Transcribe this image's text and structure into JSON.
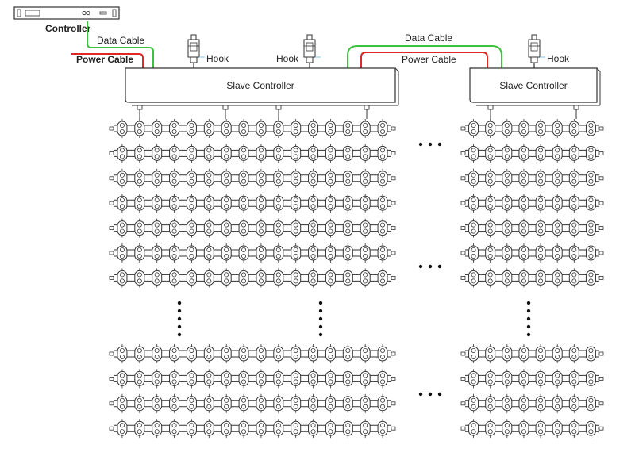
{
  "labels": {
    "controller": "Controller",
    "data_cable_left": "Data Cable",
    "power_cable_left": "Power Cable",
    "data_cable_right": "Data Cable",
    "power_cable_right": "Power Cable",
    "slave_left": "Slave Controller",
    "slave_right": "Slave Controller",
    "hook_1": "Hook",
    "hook_2": "Hook",
    "hook_3": "Hook"
  },
  "colors": {
    "data_cable": "#3cc23c",
    "power_cable": "#e0282a",
    "line": "#333333",
    "hook_label": "#7ec8e3"
  },
  "grid": {
    "left_panel_columns": 16,
    "right_panel_columns": 8,
    "top_block_rows": 7,
    "bottom_block_rows": 4
  }
}
